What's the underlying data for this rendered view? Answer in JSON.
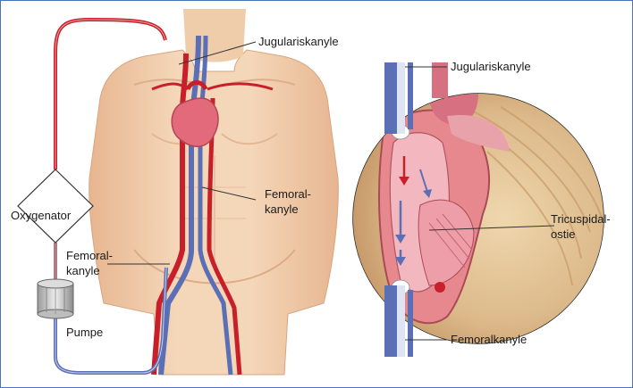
{
  "labels": {
    "jugular_left": "Jugulariskanyle",
    "femoral_mid_line1": "Femoral-",
    "femoral_mid_line2": "kanyle",
    "oxygenator": "Oxygenator",
    "femoral_left_line1": "Femoral-",
    "femoral_left_line2": "kanyle",
    "pump": "Pumpe",
    "jugular_right": "Jugulariskanyle",
    "tricuspid_line1": "Tricuspidal-",
    "tricuspid_line2": "ostie",
    "femoral_right": "Femoralkanyle"
  },
  "colors": {
    "frame": "#4a74b8",
    "skin": "#f1cfae",
    "skin_shadow": "#e2b28f",
    "artery_red": "#c8202a",
    "vein_blue": "#5a6fb5",
    "heart_pink": "#e4788a",
    "myocardium": "#d9b98f"
  }
}
